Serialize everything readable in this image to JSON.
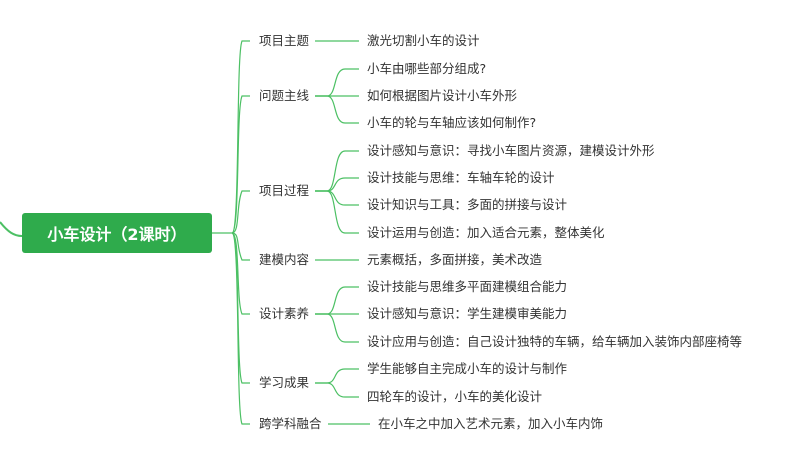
{
  "root": {
    "label": "小车设计（2课时）"
  },
  "branches": [
    {
      "label": "项目主题",
      "children": [
        "激光切割小车的设计"
      ]
    },
    {
      "label": "问题主线",
      "children": [
        "小车由哪些部分组成?",
        "如何根据图片设计小车外形",
        "小车的轮与车轴应该如何制作?"
      ]
    },
    {
      "label": "项目过程",
      "children": [
        "设计感知与意识：寻找小车图片资源，建模设计外形",
        "设计技能与思维：车轴车轮的设计",
        "设计知识与工具：多面的拼接与设计",
        "设计运用与创造：加入适合元素，整体美化"
      ]
    },
    {
      "label": "建模内容",
      "children": [
        "元素概括，多面拼接，美术改造"
      ]
    },
    {
      "label": "设计素养",
      "children": [
        "设计技能与思维多平面建模组合能力",
        "设计感知与意识：学生建模审美能力",
        "设计应用与创造：自己设计独特的车辆，给车辆加入装饰内部座椅等"
      ]
    },
    {
      "label": "学习成果",
      "children": [
        "学生能够自主完成小车的设计与制作",
        "四轮车的设计，小车的美化设计"
      ]
    },
    {
      "label": "跨学科融合",
      "children": [
        "在小车之中加入艺术元素，加入小车内饰"
      ]
    }
  ],
  "colors": {
    "accent": "#2fab4c",
    "line": "#4cc064",
    "text": "#333333"
  }
}
